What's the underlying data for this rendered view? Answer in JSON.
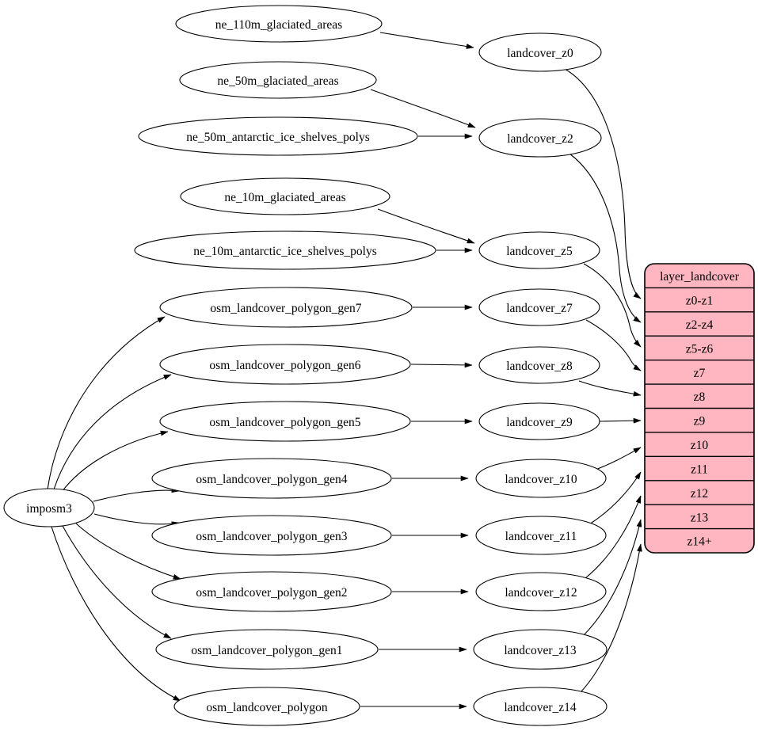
{
  "diagram": {
    "background": "#ffffff",
    "colors": {
      "table_fill": "#ffb6c1",
      "node_fill": "#ffffff",
      "stroke": "#000000"
    },
    "nodes": [
      {
        "id": "imposm3",
        "label": "imposm3"
      },
      {
        "id": "ne_110m_glaciated_areas",
        "label": "ne_110m_glaciated_areas"
      },
      {
        "id": "ne_50m_glaciated_areas",
        "label": "ne_50m_glaciated_areas"
      },
      {
        "id": "ne_50m_antarctic_ice_shelves_polys",
        "label": "ne_50m_antarctic_ice_shelves_polys"
      },
      {
        "id": "ne_10m_glaciated_areas",
        "label": "ne_10m_glaciated_areas"
      },
      {
        "id": "ne_10m_antarctic_ice_shelves_polys",
        "label": "ne_10m_antarctic_ice_shelves_polys"
      },
      {
        "id": "osm_landcover_polygon_gen7",
        "label": "osm_landcover_polygon_gen7"
      },
      {
        "id": "osm_landcover_polygon_gen6",
        "label": "osm_landcover_polygon_gen6"
      },
      {
        "id": "osm_landcover_polygon_gen5",
        "label": "osm_landcover_polygon_gen5"
      },
      {
        "id": "osm_landcover_polygon_gen4",
        "label": "osm_landcover_polygon_gen4"
      },
      {
        "id": "osm_landcover_polygon_gen3",
        "label": "osm_landcover_polygon_gen3"
      },
      {
        "id": "osm_landcover_polygon_gen2",
        "label": "osm_landcover_polygon_gen2"
      },
      {
        "id": "osm_landcover_polygon_gen1",
        "label": "osm_landcover_polygon_gen1"
      },
      {
        "id": "osm_landcover_polygon",
        "label": "osm_landcover_polygon"
      },
      {
        "id": "landcover_z0",
        "label": "landcover_z0"
      },
      {
        "id": "landcover_z2",
        "label": "landcover_z2"
      },
      {
        "id": "landcover_z5",
        "label": "landcover_z5"
      },
      {
        "id": "landcover_z7",
        "label": "landcover_z7"
      },
      {
        "id": "landcover_z8",
        "label": "landcover_z8"
      },
      {
        "id": "landcover_z9",
        "label": "landcover_z9"
      },
      {
        "id": "landcover_z10",
        "label": "landcover_z10"
      },
      {
        "id": "landcover_z11",
        "label": "landcover_z11"
      },
      {
        "id": "landcover_z12",
        "label": "landcover_z12"
      },
      {
        "id": "landcover_z13",
        "label": "landcover_z13"
      },
      {
        "id": "landcover_z14",
        "label": "landcover_z14"
      }
    ],
    "table": {
      "title": "layer_landcover",
      "rows": [
        "z0-z1",
        "z2-z4",
        "z5-z6",
        "z7",
        "z8",
        "z9",
        "z10",
        "z11",
        "z12",
        "z13",
        "z14+"
      ]
    },
    "edges": [
      {
        "from": "ne_110m_glaciated_areas",
        "to": "landcover_z0"
      },
      {
        "from": "ne_50m_glaciated_areas",
        "to": "landcover_z2"
      },
      {
        "from": "ne_50m_antarctic_ice_shelves_polys",
        "to": "landcover_z2"
      },
      {
        "from": "ne_10m_glaciated_areas",
        "to": "landcover_z5"
      },
      {
        "from": "ne_10m_antarctic_ice_shelves_polys",
        "to": "landcover_z5"
      },
      {
        "from": "osm_landcover_polygon_gen7",
        "to": "landcover_z7"
      },
      {
        "from": "osm_landcover_polygon_gen6",
        "to": "landcover_z8"
      },
      {
        "from": "osm_landcover_polygon_gen5",
        "to": "landcover_z9"
      },
      {
        "from": "osm_landcover_polygon_gen4",
        "to": "landcover_z10"
      },
      {
        "from": "osm_landcover_polygon_gen3",
        "to": "landcover_z11"
      },
      {
        "from": "osm_landcover_polygon_gen2",
        "to": "landcover_z12"
      },
      {
        "from": "osm_landcover_polygon_gen1",
        "to": "landcover_z13"
      },
      {
        "from": "osm_landcover_polygon",
        "to": "landcover_z14"
      },
      {
        "from": "imposm3",
        "to": "osm_landcover_polygon_gen7"
      },
      {
        "from": "imposm3",
        "to": "osm_landcover_polygon_gen6"
      },
      {
        "from": "imposm3",
        "to": "osm_landcover_polygon_gen5"
      },
      {
        "from": "imposm3",
        "to": "osm_landcover_polygon_gen4"
      },
      {
        "from": "imposm3",
        "to": "osm_landcover_polygon_gen3"
      },
      {
        "from": "imposm3",
        "to": "osm_landcover_polygon_gen2"
      },
      {
        "from": "imposm3",
        "to": "osm_landcover_polygon_gen1"
      },
      {
        "from": "imposm3",
        "to": "osm_landcover_polygon"
      },
      {
        "from": "landcover_z0",
        "to": "layer_landcover:z0-z1"
      },
      {
        "from": "landcover_z2",
        "to": "layer_landcover:z2-z4"
      },
      {
        "from": "landcover_z5",
        "to": "layer_landcover:z5-z6"
      },
      {
        "from": "landcover_z7",
        "to": "layer_landcover:z7"
      },
      {
        "from": "landcover_z8",
        "to": "layer_landcover:z8"
      },
      {
        "from": "landcover_z9",
        "to": "layer_landcover:z9"
      },
      {
        "from": "landcover_z10",
        "to": "layer_landcover:z10"
      },
      {
        "from": "landcover_z11",
        "to": "layer_landcover:z11"
      },
      {
        "from": "landcover_z12",
        "to": "layer_landcover:z12"
      },
      {
        "from": "landcover_z13",
        "to": "layer_landcover:z13"
      },
      {
        "from": "landcover_z14",
        "to": "layer_landcover:z14+"
      }
    ]
  }
}
